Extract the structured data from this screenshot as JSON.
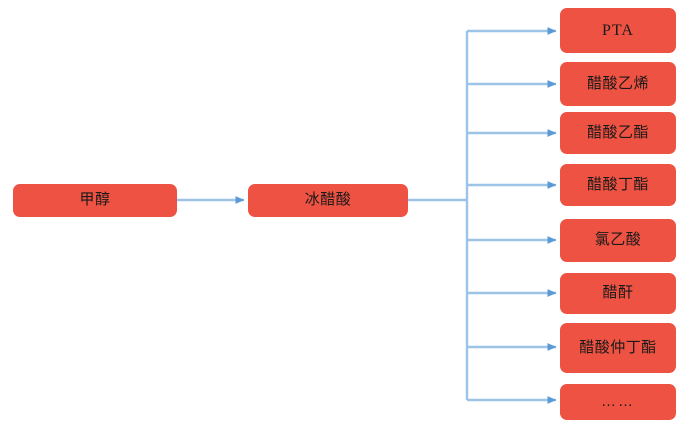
{
  "diagram": {
    "type": "flow-tree",
    "title": "",
    "colors": {
      "node_fill": "#ee5242",
      "node_text": "#1a1a1a",
      "connector_line": "#9dc3e6",
      "arrow_head": "#5b9bd5",
      "background": "#ffffff"
    },
    "stage1": {
      "label": "甲醇"
    },
    "stage2": {
      "label": "冰醋酸"
    },
    "products": [
      {
        "label": "PTA",
        "script": "latin"
      },
      {
        "label": "醋酸乙烯",
        "script": "cjk"
      },
      {
        "label": "醋酸乙酯",
        "script": "cjk"
      },
      {
        "label": "醋酸丁酯",
        "script": "cjk"
      },
      {
        "label": "氯乙酸",
        "script": "cjk"
      },
      {
        "label": "醋酐",
        "script": "cjk"
      },
      {
        "label": "醋酸仲丁酯",
        "script": "cjk"
      },
      {
        "label": "……",
        "script": "dots"
      }
    ]
  }
}
